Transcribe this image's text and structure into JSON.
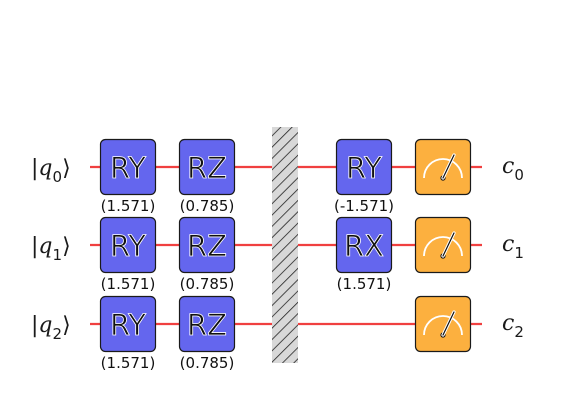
{
  "colors": {
    "wire": "#f04040",
    "rotation_gate_fill": "#6466ee",
    "measure_fill": "#fcb03f",
    "gate_border": "#1a1a1a",
    "barrier_fill": "#d8d8d8"
  },
  "qubits": [
    {
      "label": "q",
      "index": "0"
    },
    {
      "label": "q",
      "index": "1"
    },
    {
      "label": "q",
      "index": "2"
    }
  ],
  "clbits": [
    {
      "label": "c",
      "index": "0"
    },
    {
      "label": "c",
      "index": "1"
    },
    {
      "label": "c",
      "index": "2"
    }
  ],
  "gates": [
    {
      "qubit": 0,
      "column": 0,
      "name": "RY",
      "param": "(1.571)"
    },
    {
      "qubit": 1,
      "column": 0,
      "name": "RY",
      "param": "(1.571)"
    },
    {
      "qubit": 2,
      "column": 0,
      "name": "RY",
      "param": "(1.571)"
    },
    {
      "qubit": 0,
      "column": 1,
      "name": "RZ",
      "param": "(0.785)"
    },
    {
      "qubit": 1,
      "column": 1,
      "name": "RZ",
      "param": "(0.785)"
    },
    {
      "qubit": 2,
      "column": 1,
      "name": "RZ",
      "param": "(0.785)"
    },
    {
      "qubit": 0,
      "column": 3,
      "name": "RY",
      "param": "(-1.571)"
    },
    {
      "qubit": 1,
      "column": 3,
      "name": "RX",
      "param": "(1.571)"
    }
  ],
  "barrier": {
    "column": 2
  },
  "measurements": [
    {
      "qubit": 0,
      "column": 4,
      "icon": "meter-icon"
    },
    {
      "qubit": 1,
      "column": 4,
      "icon": "meter-icon"
    },
    {
      "qubit": 2,
      "column": 4,
      "icon": "meter-icon"
    }
  ]
}
